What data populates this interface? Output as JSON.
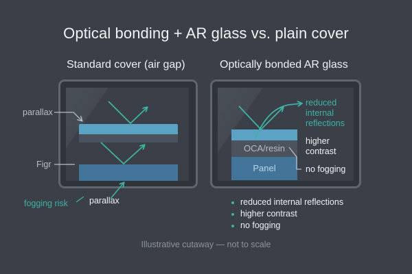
{
  "title": "Optical bonding + AR glass vs. plain cover",
  "left_panel": {
    "title": "Standard cover (air gap)",
    "labels": {
      "parallax_top": "parallax",
      "figr": "Figr",
      "fogging_risk": "fogging risk",
      "parallax_bottom": "parallax"
    }
  },
  "right_panel": {
    "title": "Optically bonded AR glass",
    "layers": {
      "oca": "OCA/resin",
      "panel": "Panel"
    },
    "callouts": {
      "reduced": [
        "reduced",
        "internal",
        "reflections"
      ],
      "contrast": [
        "higher",
        "contrast"
      ],
      "fogging": "no fogging"
    },
    "bullets": [
      "reduced internal reflections",
      "higher contrast",
      "no fogging"
    ]
  },
  "footer": "Illustrative cutaway — not to scale",
  "colors": {
    "background": "#3a3f48",
    "accent_teal": "#3fb2a2",
    "cover_glass": "#5ba3c4",
    "panel": "#43749a",
    "oca": "#4c535d"
  }
}
